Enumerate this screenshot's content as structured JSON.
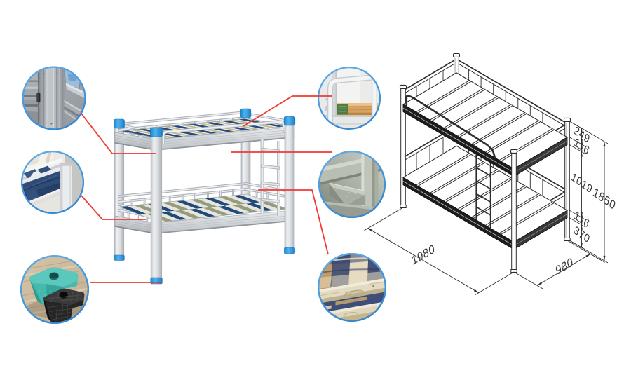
{
  "figure": {
    "type": "product-detail-infographic",
    "subject": "metal bunk bed",
    "background": "#ffffff"
  },
  "dimensions": {
    "length_mm": "1980",
    "width_mm": "980",
    "height_total_mm": "1850",
    "height_segments_mm": [
      "249",
      "116",
      "1019",
      "116",
      "370"
    ]
  },
  "detail_photos": [
    {
      "name": "steel-tube-profile-closeup"
    },
    {
      "name": "bunk-corner-mattress-closeup"
    },
    {
      "name": "plastic-foot-pads-closeup"
    },
    {
      "name": "guardrail-wood-slat-closeup"
    },
    {
      "name": "frame-bracket-joint-closeup"
    },
    {
      "name": "bed-slats-plaid-fabric-closeup"
    }
  ],
  "colors": {
    "callout_line": "#ef3a34",
    "circle_border": "#4ea4e8",
    "cap_blue": "#2a9de4",
    "foot_pad_teal": "#41b6ac",
    "foot_pad_black": "#232323",
    "drawing_line": "#2e2e2e"
  }
}
